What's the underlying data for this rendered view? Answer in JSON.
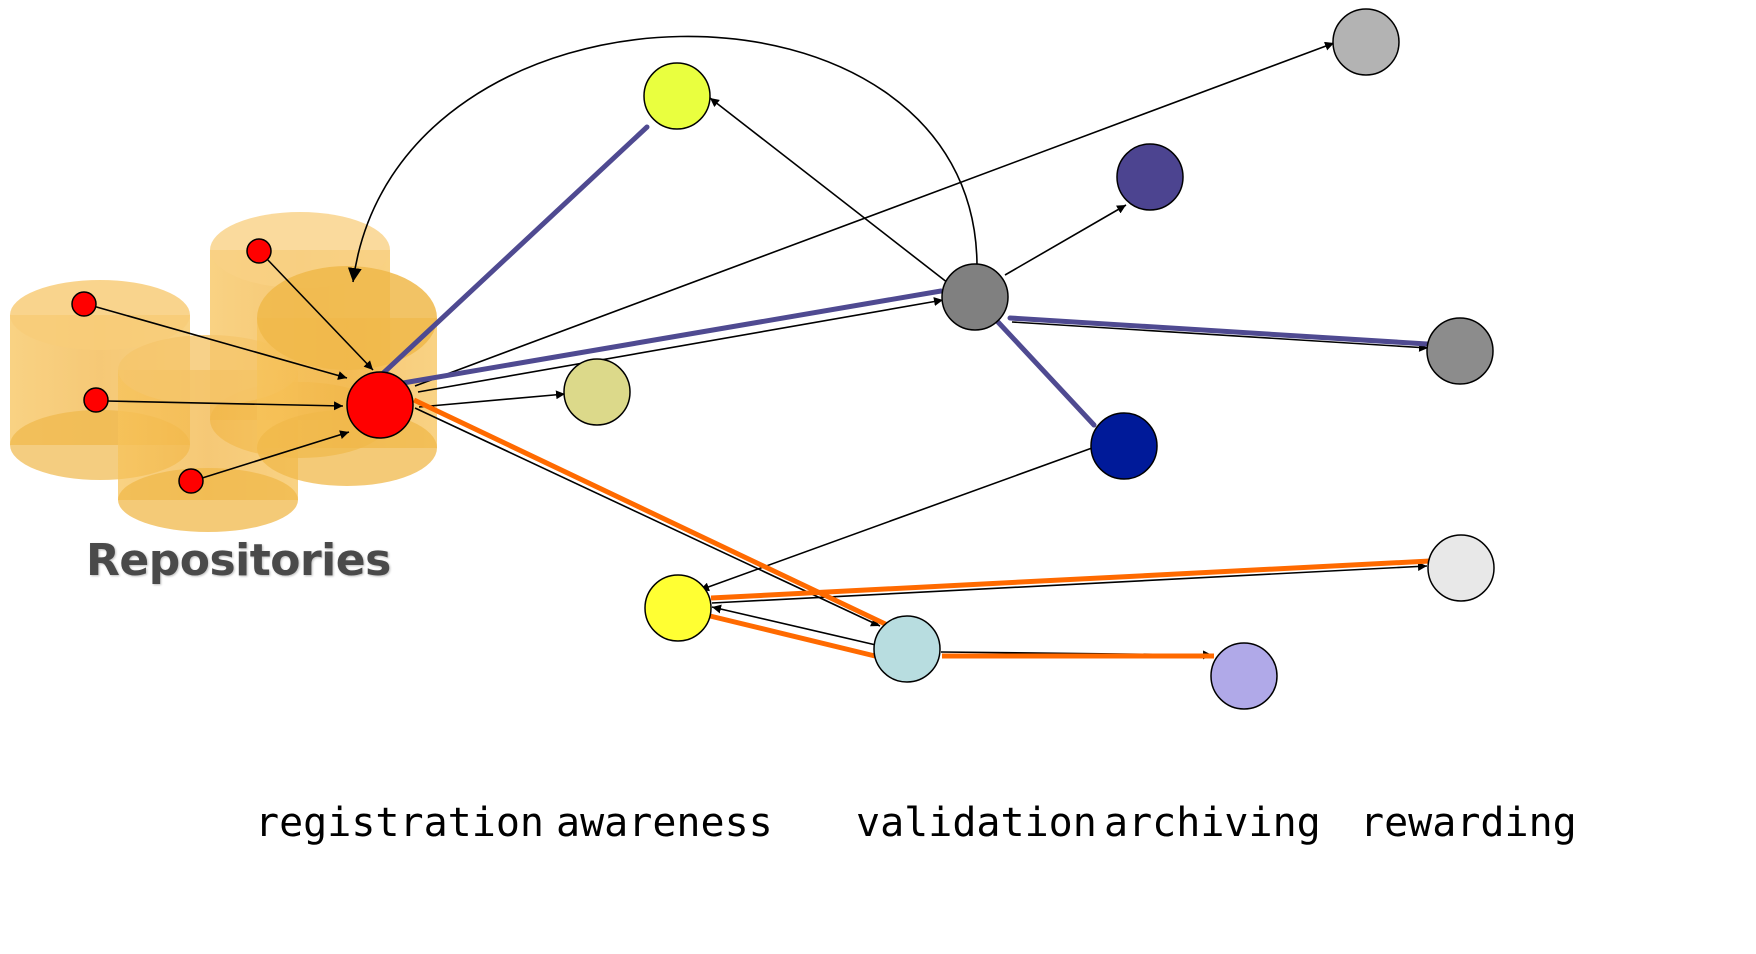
{
  "repositories_label": "Repositories",
  "stages": [
    {
      "key": "registration",
      "label": "registration"
    },
    {
      "key": "awareness",
      "label": "awareness"
    },
    {
      "key": "validation",
      "label": "validation"
    },
    {
      "key": "archiving",
      "label": "archiving"
    },
    {
      "key": "rewarding",
      "label": "rewarding"
    }
  ],
  "colors": {
    "repository_fill": "#f0b84a",
    "thin_arrow": "#000000",
    "purple_path": "#4f4a91",
    "orange_path": "#ff6a00",
    "nodes": {
      "red": "#ff0000",
      "yellow_green": "#e9ff3f",
      "khaki": "#dcd98a",
      "dark_gray": "#808080",
      "dark_purple": "#4c4490",
      "dark_blue": "#001a99",
      "light_gray": "#b3b3b3",
      "gray": "#8c8c8c",
      "yellow": "#ffff33",
      "light_cyan": "#b8dde0",
      "lavender": "#b0a9e8",
      "very_light_gray": "#e8e8e8"
    }
  }
}
